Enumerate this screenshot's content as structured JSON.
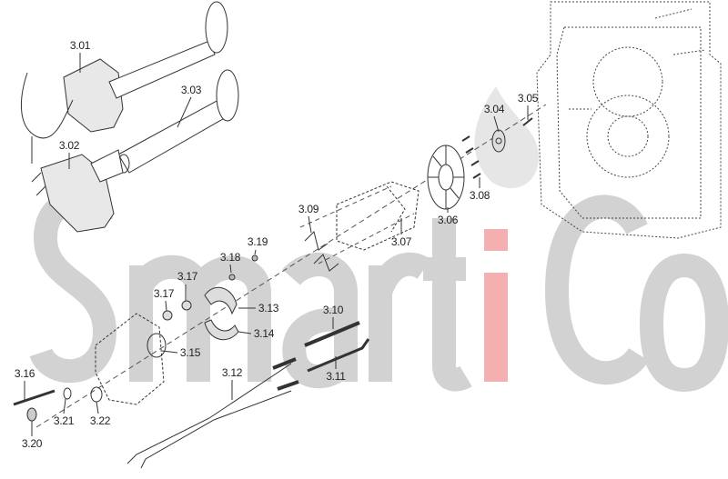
{
  "watermark": {
    "text_a": "Smart",
    "text_i": "i",
    "text_b": "Co",
    "gray": "#c9c9c9",
    "red": "#f2a7a7"
  },
  "labels": {
    "p301": "3.01",
    "p302": "3.02",
    "p303": "3.03",
    "p304": "3.04",
    "p305": "3.05",
    "p306": "3.06",
    "p307": "3.07",
    "p308": "3.08",
    "p309": "3.09",
    "p310": "3.10",
    "p311": "3.11",
    "p312": "3.12",
    "p313": "3.13",
    "p314": "3.14",
    "p315": "3.15",
    "p316": "3.16",
    "p317a": "3.17",
    "p317b": "3.17",
    "p318": "3.18",
    "p319": "3.19",
    "p320": "3.20",
    "p321": "3.21",
    "p322": "3.22"
  }
}
